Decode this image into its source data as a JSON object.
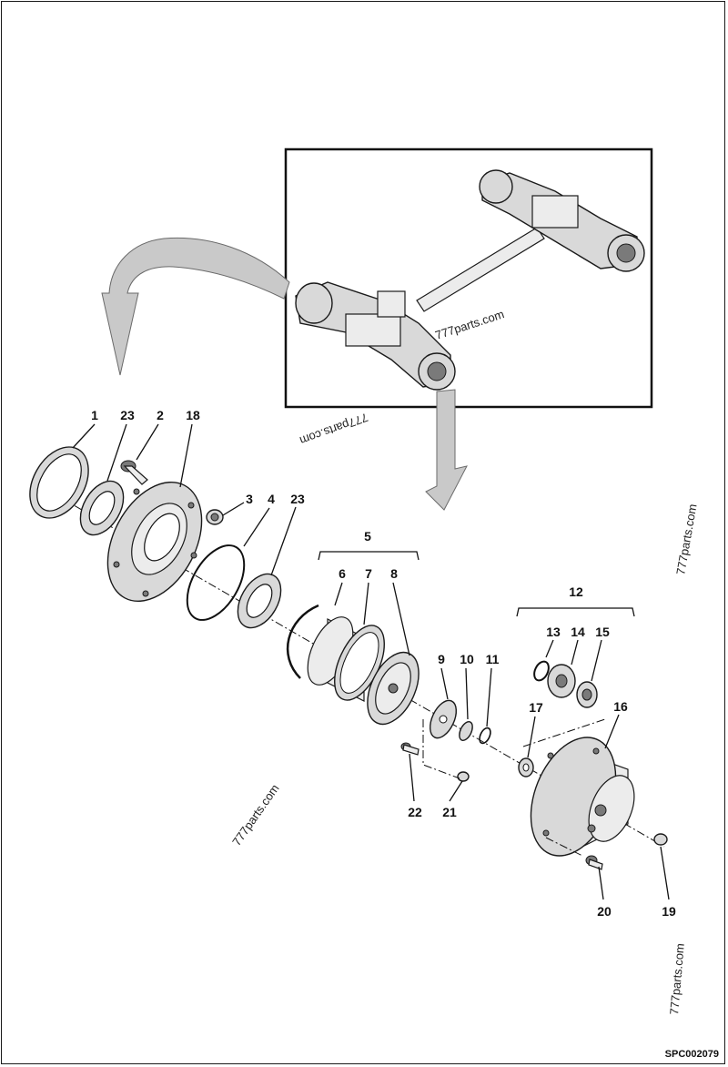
{
  "callouts": [
    {
      "id": "c1",
      "text": "1"
    },
    {
      "id": "c23a",
      "text": "23"
    },
    {
      "id": "c2",
      "text": "2"
    },
    {
      "id": "c18",
      "text": "18"
    },
    {
      "id": "c3",
      "text": "3"
    },
    {
      "id": "c4",
      "text": "4"
    },
    {
      "id": "c23b",
      "text": "23"
    },
    {
      "id": "c5",
      "text": "5"
    },
    {
      "id": "c6",
      "text": "6"
    },
    {
      "id": "c7",
      "text": "7"
    },
    {
      "id": "c8",
      "text": "8"
    },
    {
      "id": "c9",
      "text": "9"
    },
    {
      "id": "c10",
      "text": "10"
    },
    {
      "id": "c11",
      "text": "11"
    },
    {
      "id": "c12",
      "text": "12"
    },
    {
      "id": "c13",
      "text": "13"
    },
    {
      "id": "c14",
      "text": "14"
    },
    {
      "id": "c15",
      "text": "15"
    },
    {
      "id": "c16",
      "text": "16"
    },
    {
      "id": "c17",
      "text": "17"
    },
    {
      "id": "c22",
      "text": "22"
    },
    {
      "id": "c21",
      "text": "21"
    },
    {
      "id": "c20",
      "text": "20"
    },
    {
      "id": "c19",
      "text": "19"
    }
  ],
  "watermarks": [
    "777parts.com",
    "777parts.com",
    "777parts.com",
    "777parts.com",
    "777parts.com"
  ],
  "drawing_code": "SPC002079"
}
